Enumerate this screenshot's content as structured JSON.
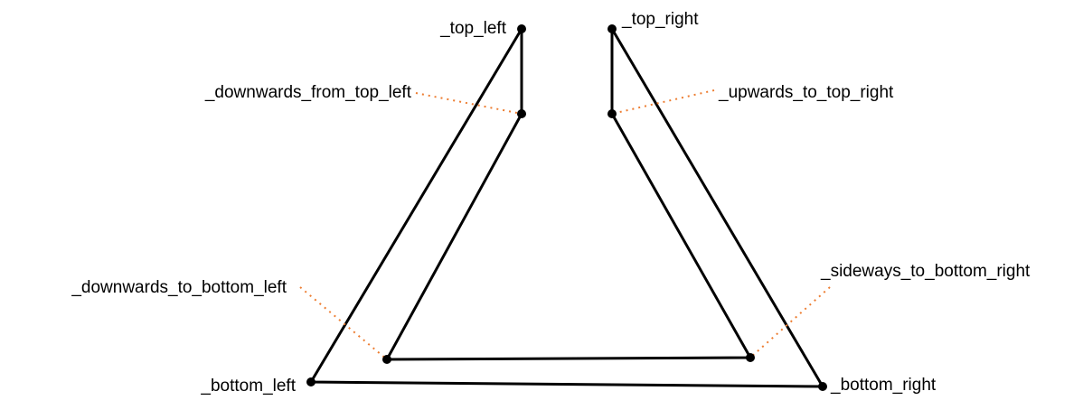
{
  "labels": {
    "top_left": "_top_left",
    "top_right": "_top_right",
    "downwards_from_top_left": "_downwards_from_top_left",
    "upwards_to_top_right": "_upwards_to_top_right",
    "downwards_to_bottom_left": "_downwards_to_bottom_left",
    "sideways_to_bottom_right": "_sideways_to_bottom_right",
    "bottom_left": "_bottom_left",
    "bottom_right": "_bottom_right"
  },
  "colors": {
    "line": "#000000",
    "leader": "#ed7d31",
    "text": "#000000"
  }
}
